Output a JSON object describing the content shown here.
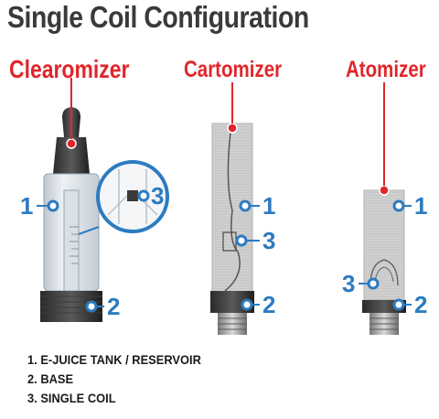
{
  "title": "Single Coil Configuration",
  "sections": {
    "clearomizer": "Clearomizer",
    "cartomizer": "Cartomizer",
    "atomizer": "Atomizer"
  },
  "callouts": {
    "one": "1",
    "two": "2",
    "three": "3"
  },
  "legend": [
    "1. E-JUICE TANK / RESERVOIR",
    "2. BASE",
    "3. SINGLE COIL"
  ],
  "colors": {
    "accent_red": "#e0262c",
    "callout_blue": "#2c7bc0",
    "title_gray": "#3a3a3a"
  }
}
